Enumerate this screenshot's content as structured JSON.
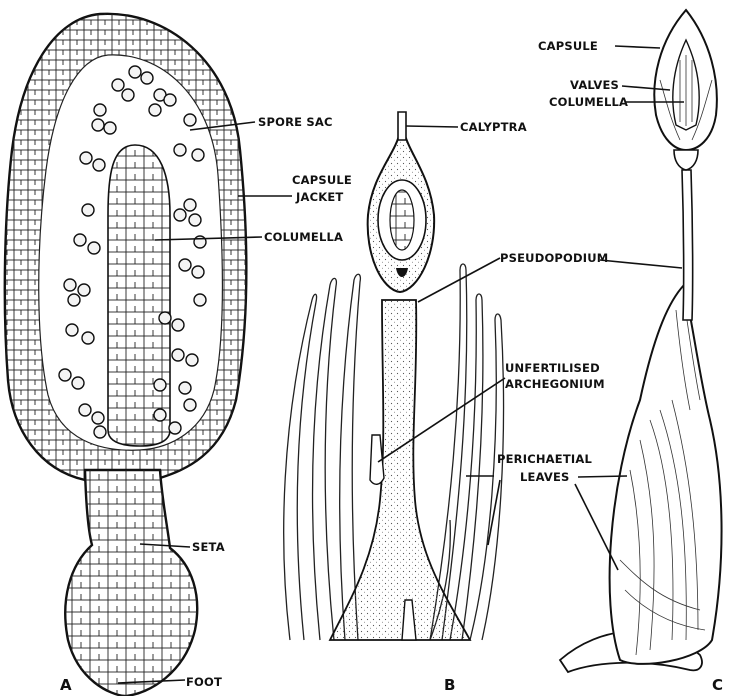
{
  "panels": {
    "a": "A",
    "b": "B",
    "c": "C"
  },
  "labels": {
    "spore_sac": "SPORE SAC",
    "capsule_jacket_1": "CAPSULE",
    "capsule_jacket_2": "JACKET",
    "columella_a": "COLUMELLA",
    "seta": "SETA",
    "foot": "FOOT",
    "calyptra": "CALYPTRA",
    "pseudopodium": "PSEUDOPODIUM",
    "unfertilised_1": "UNFERTILISED",
    "unfertilised_2": "ARCHEGONIUM",
    "perichaetial_1": "PERICHAETIAL",
    "perichaetial_2": "LEAVES",
    "capsule_c": "CAPSULE",
    "valves": "VALVES",
    "columella_c": "COLUMELLA"
  }
}
